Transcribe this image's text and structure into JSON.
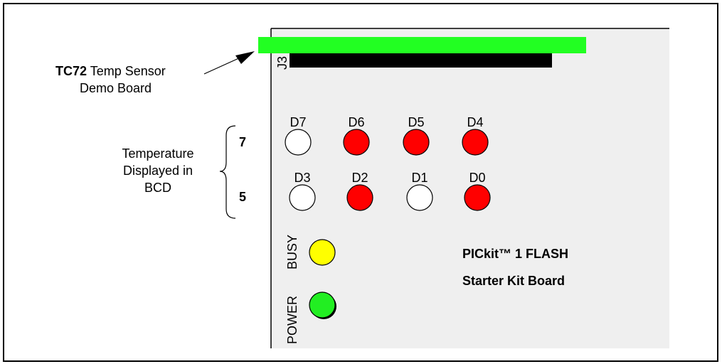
{
  "callout": {
    "part_number": "TC72",
    "line1_rest": " Temp Sensor",
    "line2": "Demo Board"
  },
  "connector": {
    "label": "J3"
  },
  "bcd": {
    "caption": [
      "Temperature",
      "Displayed in",
      "BCD"
    ],
    "upper_digit": "7",
    "lower_digit": "5"
  },
  "leds": {
    "top_row": [
      {
        "label": "D7",
        "on": false
      },
      {
        "label": "D6",
        "on": true
      },
      {
        "label": "D5",
        "on": true
      },
      {
        "label": "D4",
        "on": true
      }
    ],
    "bottom_row": [
      {
        "label": "D3",
        "on": false
      },
      {
        "label": "D2",
        "on": true
      },
      {
        "label": "D1",
        "on": false
      },
      {
        "label": "D0",
        "on": true
      }
    ]
  },
  "status_leds": {
    "busy_label": "BUSY",
    "power_label": "POWER"
  },
  "board": {
    "title_line1": "PICkit™ 1 FLASH",
    "title_line2": "Starter Kit Board"
  },
  "colors": {
    "board_bg": "#efefef",
    "demo_board": "#22ff22",
    "connector": "#000000",
    "led_on": "#ff0000",
    "led_off": "#ffffff",
    "busy_led": "#ffff00",
    "power_led": "#22ee22"
  }
}
